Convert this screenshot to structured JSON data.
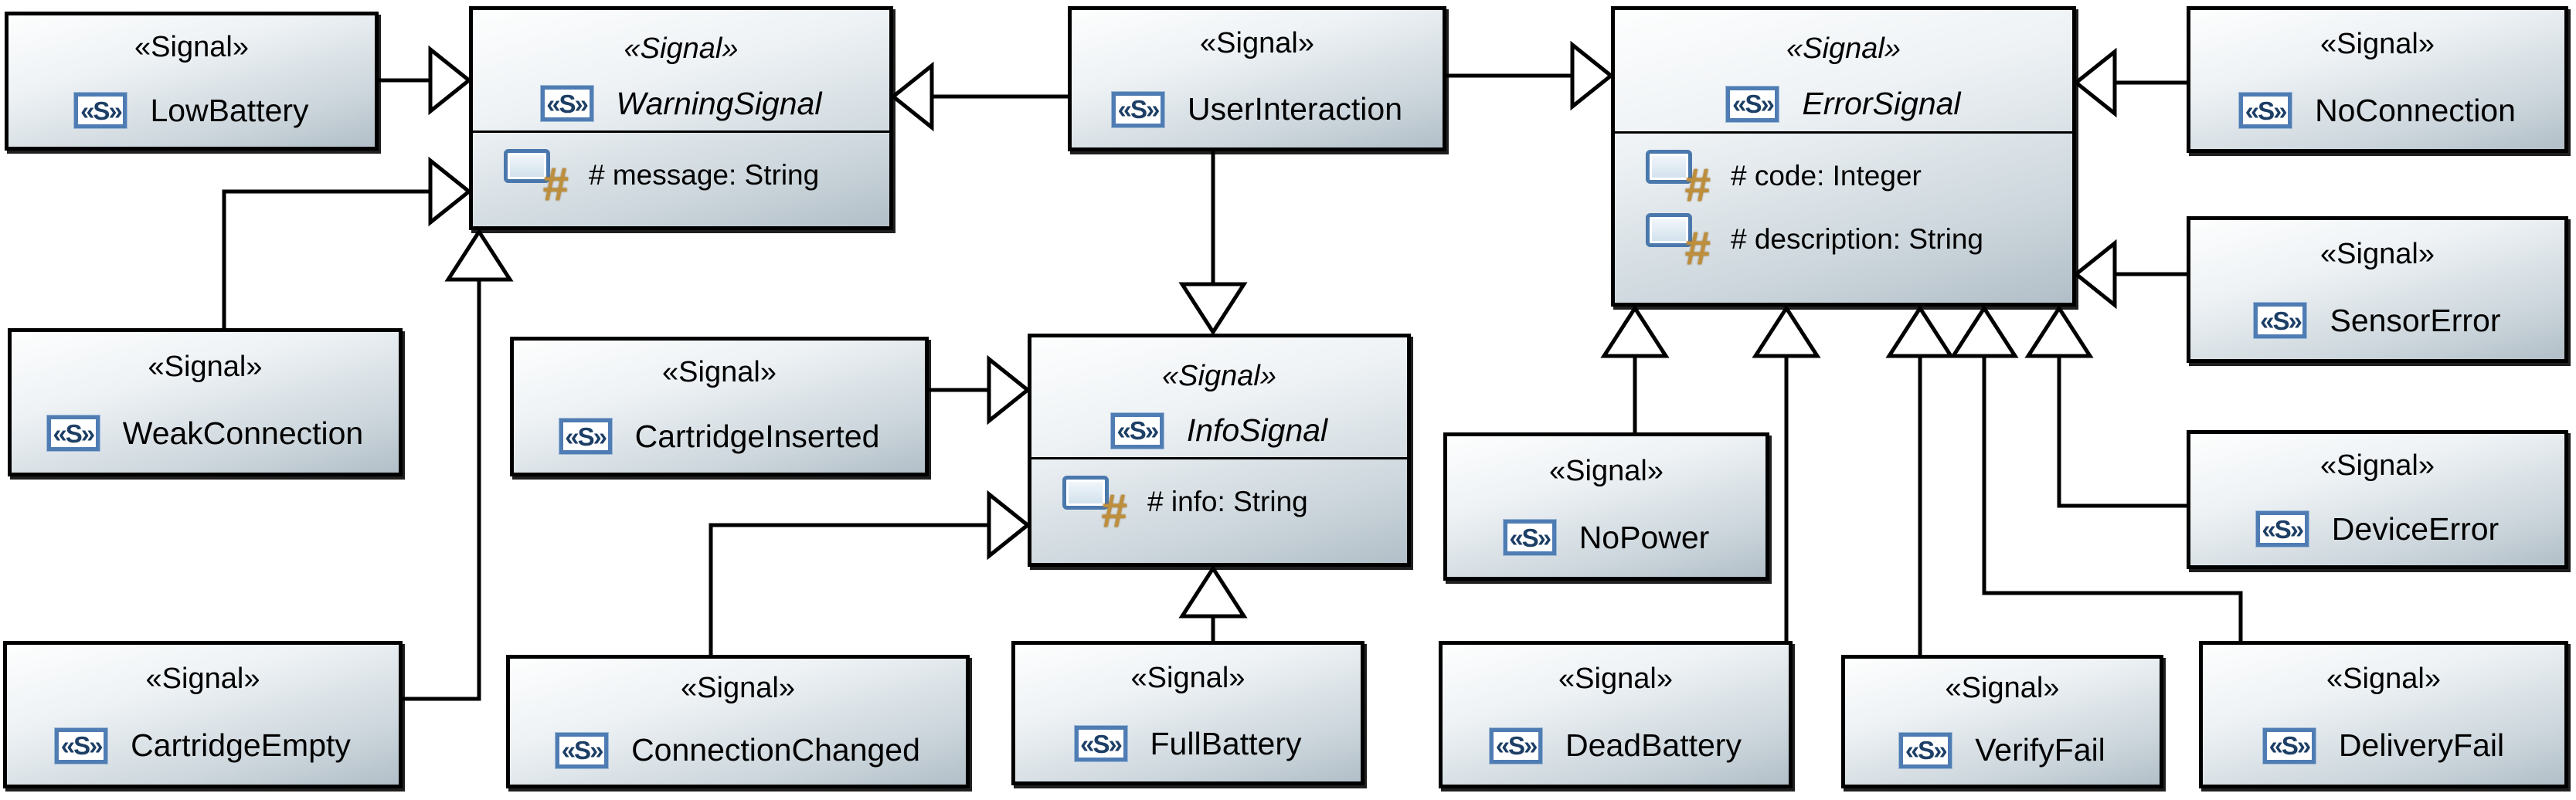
{
  "diagram": {
    "kind": "UML class diagram",
    "stereotype": "«Signal»",
    "colors": {
      "box_gradient_top": "#fdfefe",
      "box_gradient_bottom": "#b2bfc8",
      "border": "#000000",
      "icon_frame_blue": "#4f7cb3",
      "icon_glyph_navy": "#1d3f66",
      "attribute_hash_gold": "#bd8e3c",
      "background": "#ffffff"
    }
  },
  "icons": {
    "signal_glyph": "«S»",
    "attribute_visibility_glyph": "#"
  },
  "classes": [
    {
      "id": "LowBattery",
      "stereotype": "«Signal»",
      "name": "LowBattery",
      "abstract": false,
      "attributes": []
    },
    {
      "id": "WarningSignal",
      "stereotype": "«Signal»",
      "name": "WarningSignal",
      "abstract": true,
      "attributes": [
        "# message: String"
      ]
    },
    {
      "id": "UserInteraction",
      "stereotype": "«Signal»",
      "name": "UserInteraction",
      "abstract": false,
      "attributes": []
    },
    {
      "id": "ErrorSignal",
      "stereotype": "«Signal»",
      "name": "ErrorSignal",
      "abstract": true,
      "attributes": [
        "# code: Integer",
        "# description: String"
      ]
    },
    {
      "id": "NoConnection",
      "stereotype": "«Signal»",
      "name": "NoConnection",
      "abstract": false,
      "attributes": []
    },
    {
      "id": "WeakConnection",
      "stereotype": "«Signal»",
      "name": "WeakConnection",
      "abstract": false,
      "attributes": []
    },
    {
      "id": "CartridgeInserted",
      "stereotype": "«Signal»",
      "name": "CartridgeInserted",
      "abstract": false,
      "attributes": []
    },
    {
      "id": "InfoSignal",
      "stereotype": "«Signal»",
      "name": "InfoSignal",
      "abstract": true,
      "attributes": [
        "# info: String"
      ]
    },
    {
      "id": "NoPower",
      "stereotype": "«Signal»",
      "name": "NoPower",
      "abstract": false,
      "attributes": []
    },
    {
      "id": "SensorError",
      "stereotype": "«Signal»",
      "name": "SensorError",
      "abstract": false,
      "attributes": []
    },
    {
      "id": "DeviceError",
      "stereotype": "«Signal»",
      "name": "DeviceError",
      "abstract": false,
      "attributes": []
    },
    {
      "id": "CartridgeEmpty",
      "stereotype": "«Signal»",
      "name": "CartridgeEmpty",
      "abstract": false,
      "attributes": []
    },
    {
      "id": "ConnectionChanged",
      "stereotype": "«Signal»",
      "name": "ConnectionChanged",
      "abstract": false,
      "attributes": []
    },
    {
      "id": "FullBattery",
      "stereotype": "«Signal»",
      "name": "FullBattery",
      "abstract": false,
      "attributes": []
    },
    {
      "id": "DeadBattery",
      "stereotype": "«Signal»",
      "name": "DeadBattery",
      "abstract": false,
      "attributes": []
    },
    {
      "id": "VerifyFail",
      "stereotype": "«Signal»",
      "name": "VerifyFail",
      "abstract": false,
      "attributes": []
    },
    {
      "id": "DeliveryFail",
      "stereotype": "«Signal»",
      "name": "DeliveryFail",
      "abstract": false,
      "attributes": []
    }
  ],
  "edges": [
    {
      "type": "generalization",
      "from": "LowBattery",
      "to": "WarningSignal"
    },
    {
      "type": "generalization",
      "from": "WeakConnection",
      "to": "WarningSignal"
    },
    {
      "type": "generalization",
      "from": "CartridgeEmpty",
      "to": "WarningSignal"
    },
    {
      "type": "generalization",
      "from": "UserInteraction",
      "to": "WarningSignal"
    },
    {
      "type": "generalization",
      "from": "UserInteraction",
      "to": "ErrorSignal"
    },
    {
      "type": "generalization",
      "from": "UserInteraction",
      "to": "InfoSignal"
    },
    {
      "type": "generalization",
      "from": "CartridgeInserted",
      "to": "InfoSignal"
    },
    {
      "type": "generalization",
      "from": "ConnectionChanged",
      "to": "InfoSignal"
    },
    {
      "type": "generalization",
      "from": "FullBattery",
      "to": "InfoSignal"
    },
    {
      "type": "generalization",
      "from": "NoConnection",
      "to": "ErrorSignal"
    },
    {
      "type": "generalization",
      "from": "SensorError",
      "to": "ErrorSignal"
    },
    {
      "type": "generalization",
      "from": "NoPower",
      "to": "ErrorSignal"
    },
    {
      "type": "generalization",
      "from": "DeadBattery",
      "to": "ErrorSignal"
    },
    {
      "type": "generalization",
      "from": "VerifyFail",
      "to": "ErrorSignal"
    },
    {
      "type": "generalization",
      "from": "DeliveryFail",
      "to": "ErrorSignal"
    },
    {
      "type": "generalization",
      "from": "DeviceError",
      "to": "ErrorSignal"
    }
  ]
}
